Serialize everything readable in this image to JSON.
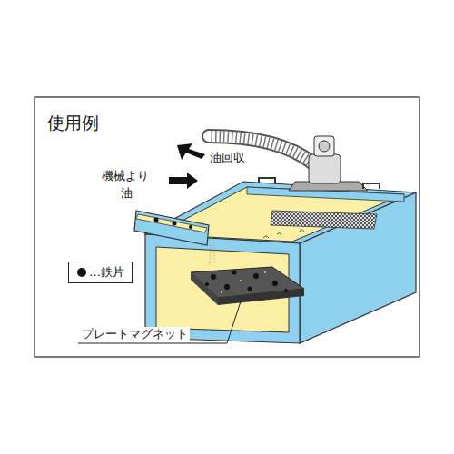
{
  "diagram": {
    "title": "使用例",
    "labels": [
      "油回収",
      "機械より",
      "油",
      "プレートマグネット"
    ],
    "legend": [
      {
        "text": "…鉄片"
      }
    ]
  }
}
